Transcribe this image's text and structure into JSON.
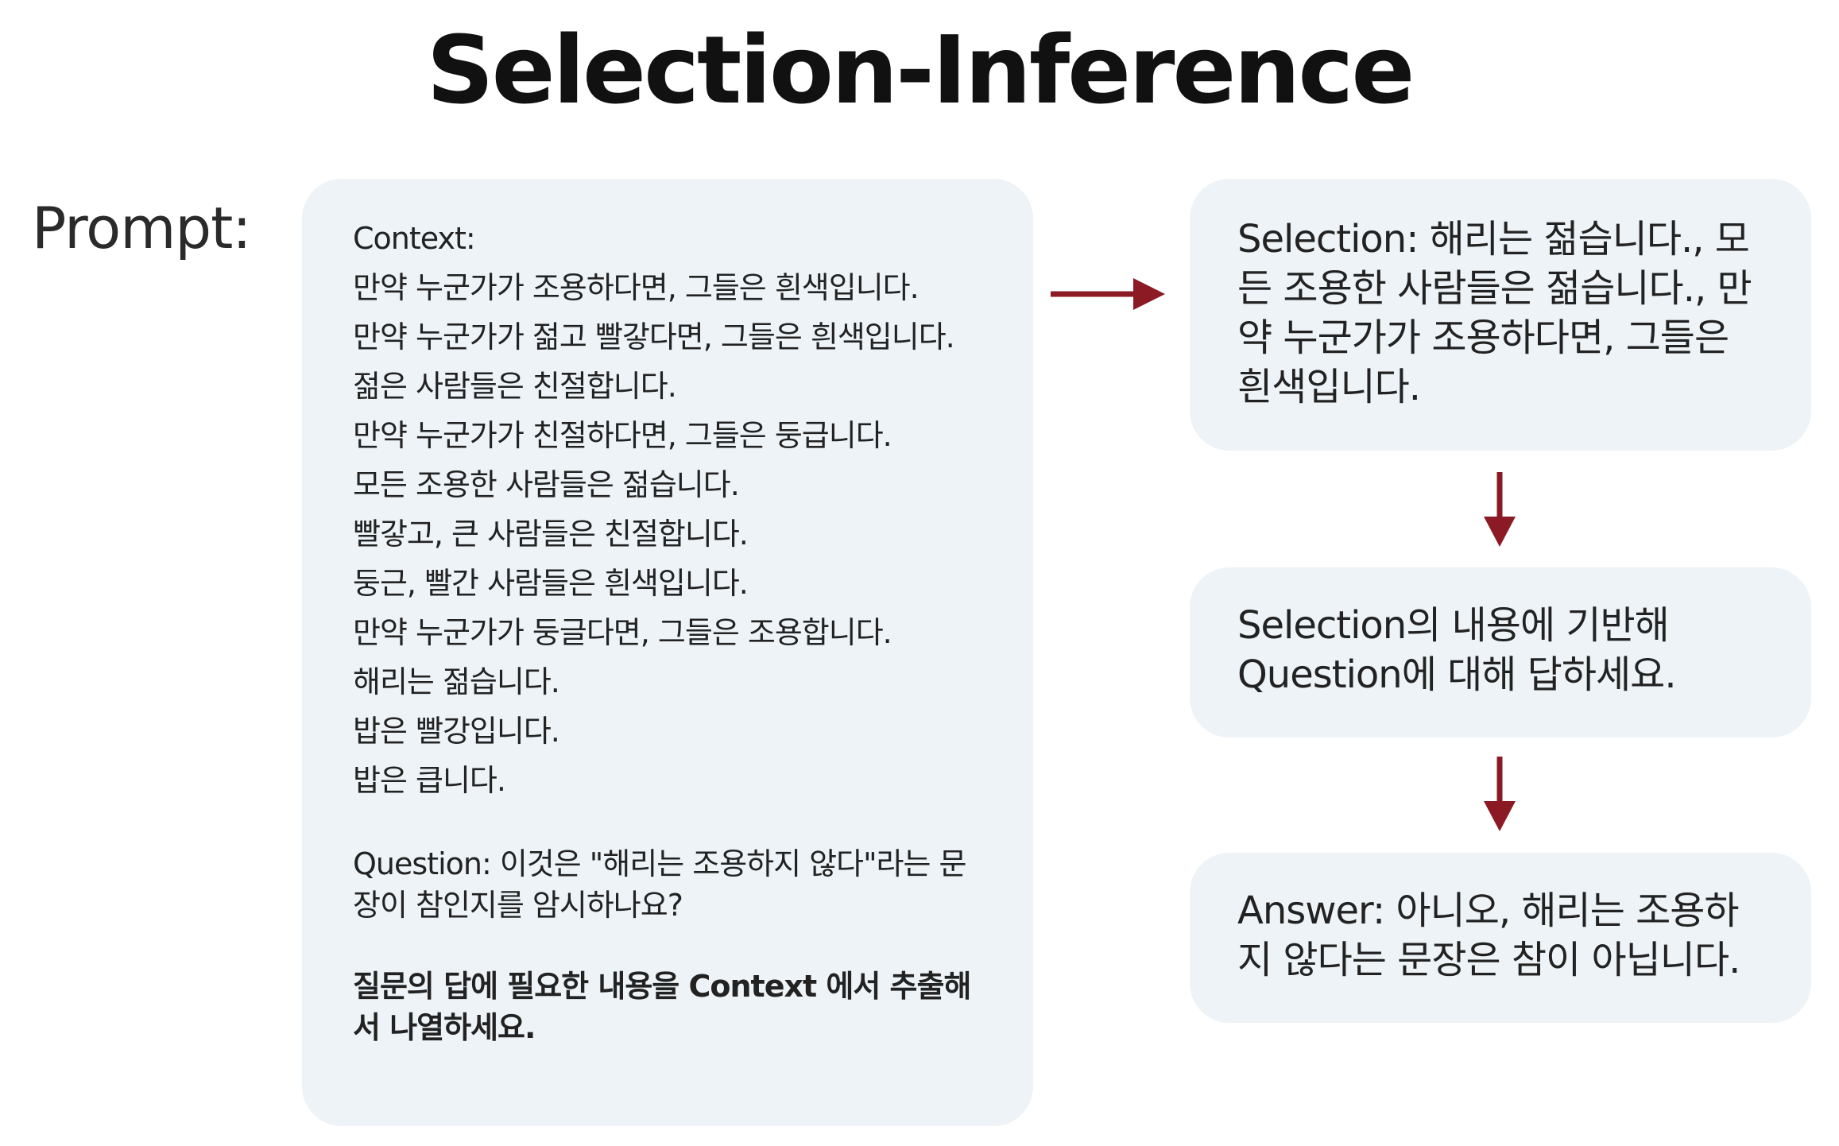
{
  "title": "Selection-Inference",
  "prompt_label": "Prompt:",
  "context": {
    "label": "Context:",
    "lines": [
      "만약 누군가가 조용하다면, 그들은 흰색입니다.",
      "만약 누군가가 젊고 빨갛다면, 그들은 흰색입니다.",
      "젊은 사람들은 친절합니다.",
      "만약 누군가가 친절하다면, 그들은 둥급니다.",
      "모든 조용한 사람들은 젊습니다.",
      "빨갛고, 큰 사람들은 친절합니다.",
      "둥근, 빨간 사람들은 흰색입니다.",
      "만약 누군가가 둥글다면, 그들은 조용합니다.",
      "해리는 젊습니다.",
      "밥은 빨강입니다.",
      "밥은 큽니다."
    ],
    "question": "Question: 이것은 \"해리는 조용하지 않다\"라는 문장이 참인지를 암시하나요?",
    "instruction": "질문의 답에 필요한 내용을 Context 에서 추출해서 나열하세요."
  },
  "selection_box": {
    "text": "Selection: 해리는 젊습니다., 모든 조용한 사람들은 젊습니다., 만약 누군가가 조용하다면, 그들은 흰색입니다."
  },
  "inference_instruction_box": {
    "text": "Selection의 내용에 기반해 Question에 대해 답하세요."
  },
  "answer_box": {
    "text": "Answer: 아니오, 해리는 조용하지 않다는 문장은 참이 아닙니다."
  },
  "colors": {
    "box_background": "#edf3f7",
    "arrow": "#8b1a24",
    "title": "#111111"
  }
}
